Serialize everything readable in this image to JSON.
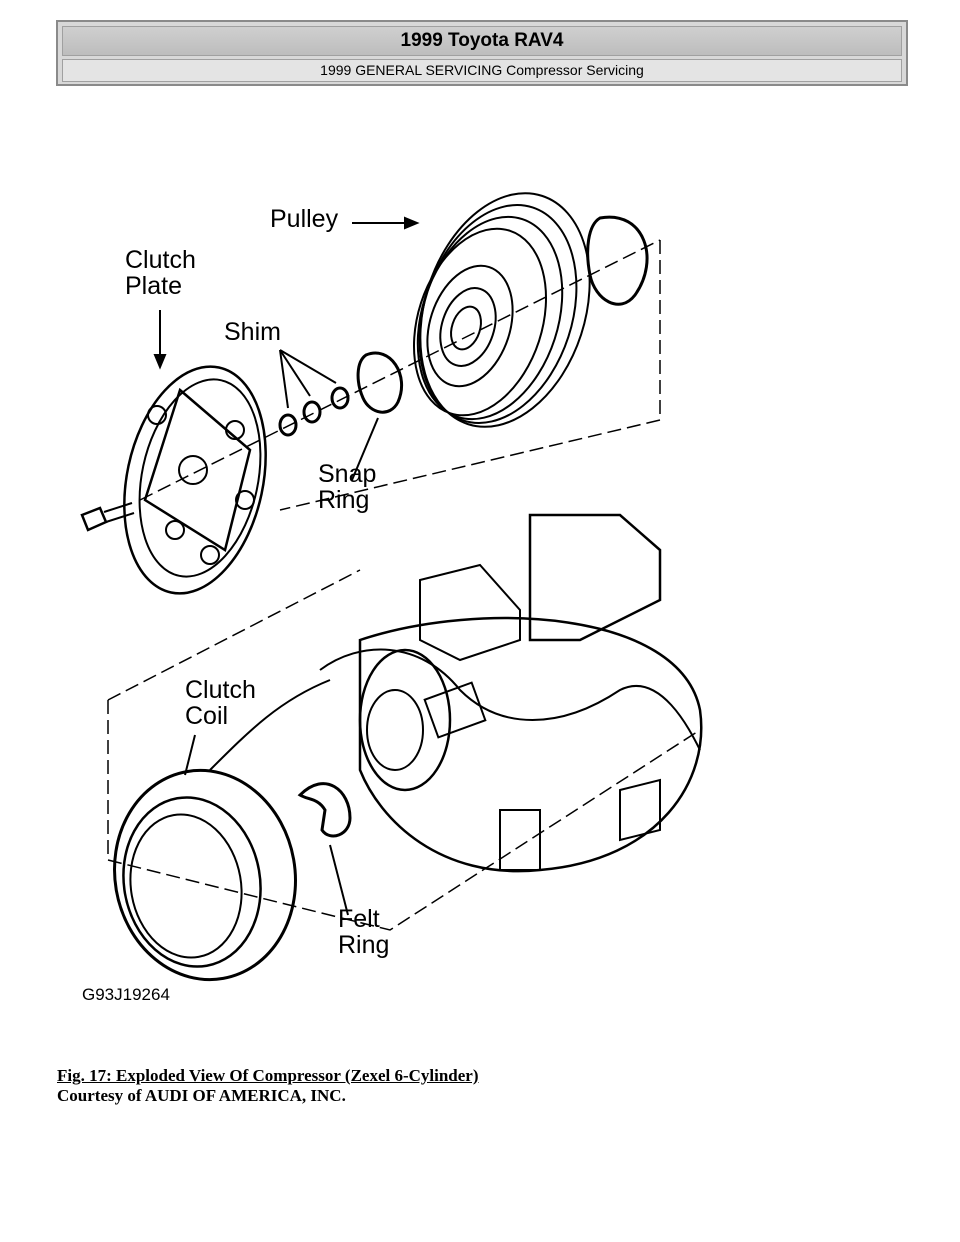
{
  "header": {
    "title": "1999 Toyota RAV4",
    "subtitle": "1999 GENERAL SERVICING Compressor Servicing"
  },
  "figure": {
    "labels": {
      "pulley": "Pulley",
      "clutch_plate_1": "Clutch",
      "clutch_plate_2": "Plate",
      "shim": "Shim",
      "snap_ring_1": "Snap",
      "snap_ring_2": "Ring",
      "clutch_coil_1": "Clutch",
      "clutch_coil_2": "Coil",
      "felt_ring_1": "Felt",
      "felt_ring_2": "Ring"
    },
    "code": "G93J19264"
  },
  "caption": {
    "title": "Fig. 17: Exploded View Of Compressor (Zexel 6-Cylinder)",
    "courtesy": "Courtesy of AUDI OF AMERICA, INC."
  }
}
